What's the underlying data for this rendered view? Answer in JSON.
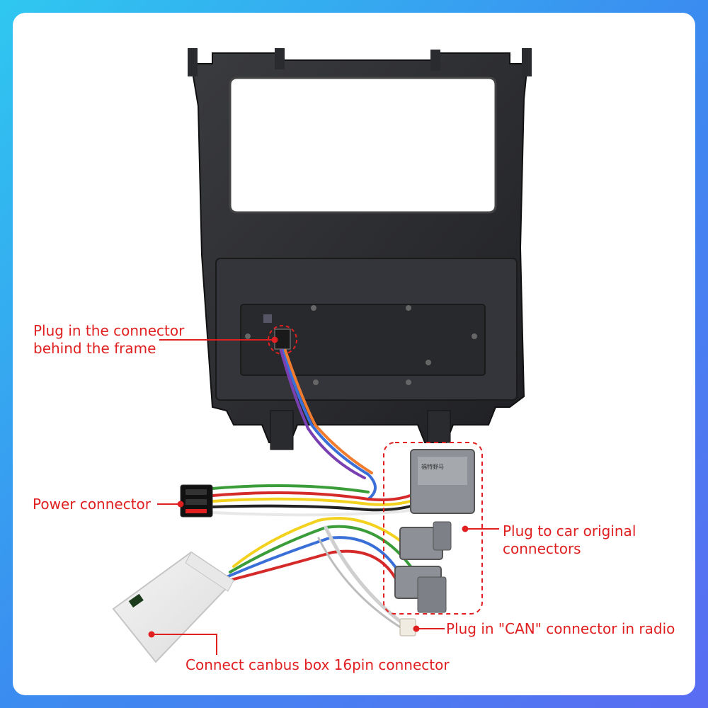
{
  "annotations": {
    "behind_frame": [
      "Plug in the connector",
      "behind the frame"
    ],
    "power": "Power connector",
    "car_original": [
      "Plug to car original",
      "connectors"
    ],
    "can": "Plug in \"CAN\" connector in radio",
    "canbus": "Connect canbus box 16pin connector"
  },
  "colors": {
    "annotation": "#e02020",
    "frame": "#2a2b2e",
    "background_gradient": [
      "#2fc7f0",
      "#5a6cf2"
    ]
  }
}
